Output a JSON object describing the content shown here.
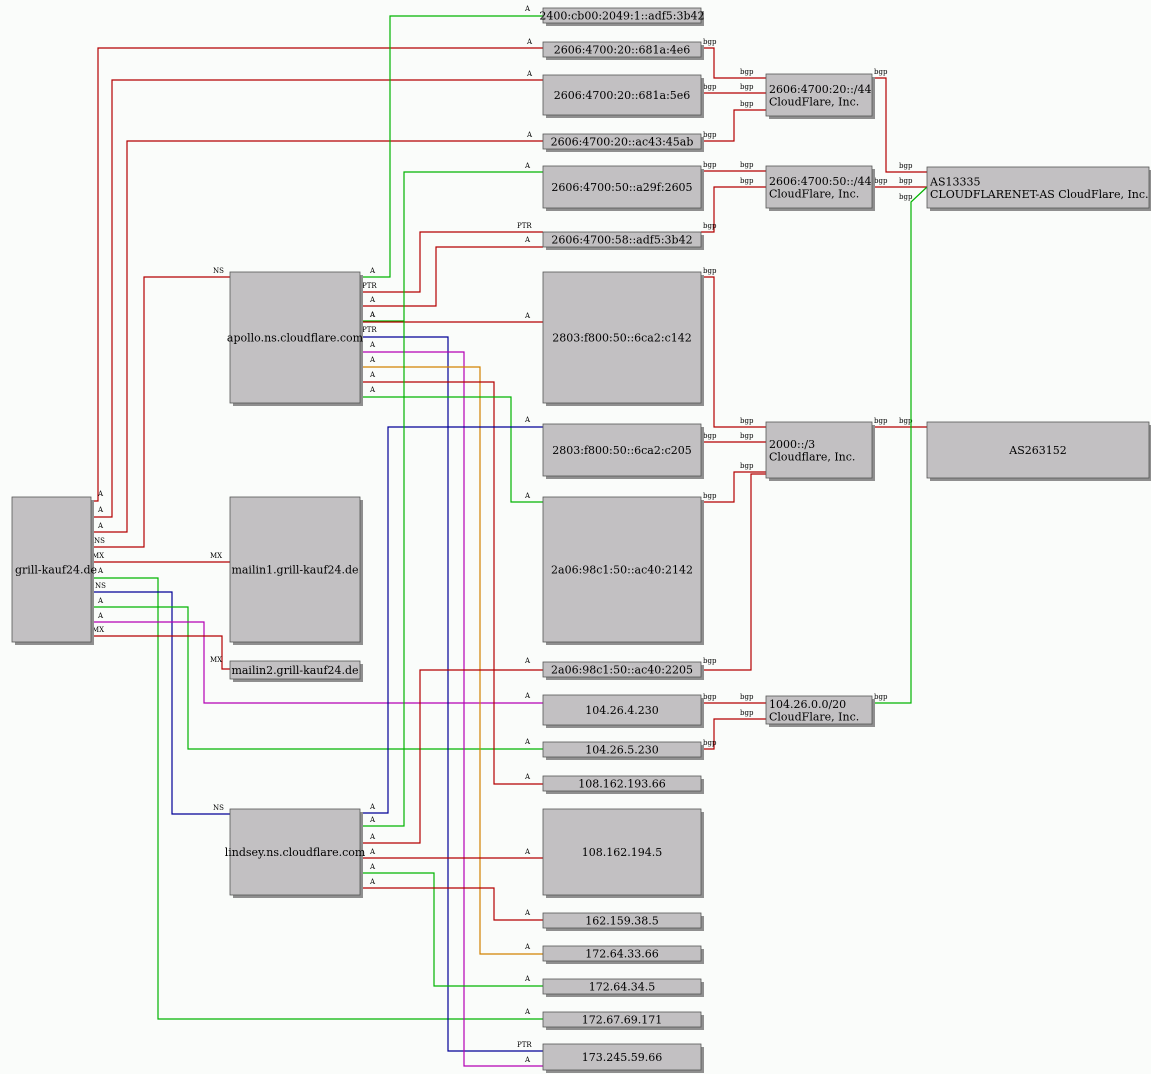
{
  "colors": {
    "red": "#b40000",
    "green": "#00b400",
    "blue": "#000096",
    "magenta": "#b400b4",
    "orange": "#d28200"
  },
  "nodes": [
    {
      "id": "grill",
      "lines": [
        "grill-kauf24.de"
      ]
    },
    {
      "id": "apollo",
      "lines": [
        "apollo.ns.cloudflare.com"
      ]
    },
    {
      "id": "mailin1",
      "lines": [
        "mailin1.grill-kauf24.de"
      ]
    },
    {
      "id": "mailin2",
      "lines": [
        "mailin2.grill-kauf24.de"
      ]
    },
    {
      "id": "lindsey",
      "lines": [
        "lindsey.ns.cloudflare.com"
      ]
    },
    {
      "id": "ip2400",
      "lines": [
        "2400:cb00:2049:1::adf5:3b42"
      ]
    },
    {
      "id": "ip4e6",
      "lines": [
        "2606:4700:20::681a:4e6"
      ]
    },
    {
      "id": "ip5e6",
      "lines": [
        "2606:4700:20::681a:5e6"
      ]
    },
    {
      "id": "ip45ab",
      "lines": [
        "2606:4700:20::ac43:45ab"
      ]
    },
    {
      "id": "ipa29f",
      "lines": [
        "2606:4700:50::a29f:2605"
      ]
    },
    {
      "id": "ip58",
      "lines": [
        "2606:4700:58::adf5:3b42"
      ]
    },
    {
      "id": "ipc142",
      "lines": [
        "2803:f800:50::6ca2:c142"
      ]
    },
    {
      "id": "ipc205",
      "lines": [
        "2803:f800:50::6ca2:c205"
      ]
    },
    {
      "id": "ip2142",
      "lines": [
        "2a06:98c1:50::ac40:2142"
      ]
    },
    {
      "id": "ip2205",
      "lines": [
        "2a06:98c1:50::ac40:2205"
      ]
    },
    {
      "id": "ip104_4",
      "lines": [
        "104.26.4.230"
      ]
    },
    {
      "id": "ip104_5",
      "lines": [
        "104.26.5.230"
      ]
    },
    {
      "id": "ip108_66",
      "lines": [
        "108.162.193.66"
      ]
    },
    {
      "id": "ip108_5",
      "lines": [
        "108.162.194.5"
      ]
    },
    {
      "id": "ip162",
      "lines": [
        "162.159.38.5"
      ]
    },
    {
      "id": "ip172_66",
      "lines": [
        "172.64.33.66"
      ]
    },
    {
      "id": "ip172_5",
      "lines": [
        "172.64.34.5"
      ]
    },
    {
      "id": "ip172_171",
      "lines": [
        "172.67.69.171"
      ]
    },
    {
      "id": "ip173",
      "lines": [
        "173.245.59.66"
      ]
    },
    {
      "id": "net20",
      "lines": [
        "2606:4700:20::/44",
        "CloudFlare, Inc."
      ]
    },
    {
      "id": "net50",
      "lines": [
        "2606:4700:50::/44",
        "CloudFlare, Inc."
      ]
    },
    {
      "id": "net2000",
      "lines": [
        "2000::/3",
        "Cloudflare, Inc."
      ]
    },
    {
      "id": "net104",
      "lines": [
        "104.26.0.0/20",
        "CloudFlare, Inc."
      ]
    },
    {
      "id": "as13335",
      "lines": [
        "AS13335",
        "CLOUDFLARENET-AS CloudFlare, Inc."
      ]
    },
    {
      "id": "as263152",
      "lines": [
        "AS263152"
      ]
    }
  ],
  "edges": [
    {
      "from": "grill",
      "to": "ip4e6",
      "label": "A",
      "to_label": "A",
      "color": "red"
    },
    {
      "from": "grill",
      "to": "ip5e6",
      "label": "A",
      "to_label": "A",
      "color": "red"
    },
    {
      "from": "grill",
      "to": "ip45ab",
      "label": "A",
      "to_label": "A",
      "color": "red"
    },
    {
      "from": "grill",
      "to": "apollo",
      "label": "NS",
      "to_label": "NS",
      "color": "red"
    },
    {
      "from": "grill",
      "to": "mailin1",
      "label": "MX",
      "to_label": "MX",
      "color": "red"
    },
    {
      "from": "grill",
      "to": "ip172_171",
      "label": "A",
      "to_label": "A",
      "color": "green"
    },
    {
      "from": "grill",
      "to": "lindsey",
      "label": "NS",
      "to_label": "NS",
      "color": "blue"
    },
    {
      "from": "grill",
      "to": "ip104_5",
      "label": "A",
      "to_label": "A",
      "color": "green"
    },
    {
      "from": "grill",
      "to": "ip104_4",
      "label": "A",
      "to_label": "A",
      "color": "magenta"
    },
    {
      "from": "grill",
      "to": "mailin2",
      "label": "MX",
      "to_label": "MX",
      "color": "red"
    },
    {
      "from": "apollo",
      "to": "ip2400",
      "label": "A",
      "to_label": "A",
      "color": "green"
    },
    {
      "from": "apollo",
      "to": "ip58",
      "label": "PTR",
      "to_label": "PTR",
      "color": "red"
    },
    {
      "from": "apollo",
      "to": "ip58",
      "label": "A",
      "to_label": "A",
      "color": "red"
    },
    {
      "from": "apollo",
      "to": "ipa29f",
      "label": "A",
      "to_label": "A",
      "color": "green"
    },
    {
      "from": "apollo",
      "to": "ipc142",
      "label": "A",
      "to_label": "A",
      "color": "red"
    },
    {
      "from": "apollo",
      "to": "ip173",
      "label": "PTR",
      "to_label": "PTR",
      "color": "blue"
    },
    {
      "from": "apollo",
      "to": "ip173",
      "label": "A",
      "to_label": "A",
      "color": "magenta"
    },
    {
      "from": "apollo",
      "to": "ip172_66",
      "label": "A",
      "to_label": "A",
      "color": "orange"
    },
    {
      "from": "apollo",
      "to": "ip108_66",
      "label": "A",
      "to_label": "A",
      "color": "red"
    },
    {
      "from": "apollo",
      "to": "ip2142",
      "label": "A",
      "to_label": "A",
      "color": "green"
    },
    {
      "from": "lindsey",
      "to": "ipc205",
      "label": "A",
      "to_label": "A",
      "color": "blue"
    },
    {
      "from": "lindsey",
      "to": "ipa29f",
      "label": "A",
      "to_label": "",
      "color": "green"
    },
    {
      "from": "lindsey",
      "to": "ip2205",
      "label": "A",
      "to_label": "A",
      "color": "red"
    },
    {
      "from": "lindsey",
      "to": "ip108_5",
      "label": "A",
      "to_label": "A",
      "color": "red"
    },
    {
      "from": "lindsey",
      "to": "ip172_5",
      "label": "A",
      "to_label": "A",
      "color": "green"
    },
    {
      "from": "lindsey",
      "to": "ip162",
      "label": "A",
      "to_label": "A",
      "color": "red"
    },
    {
      "from": "ip4e6",
      "to": "net20",
      "label": "bgp",
      "to_label": "bgp",
      "color": "red"
    },
    {
      "from": "ip5e6",
      "to": "net20",
      "label": "bgp",
      "to_label": "bgp",
      "color": "red"
    },
    {
      "from": "ip45ab",
      "to": "net20",
      "label": "bgp",
      "to_label": "bgp",
      "color": "red"
    },
    {
      "from": "ipa29f",
      "to": "net50",
      "label": "bgp",
      "to_label": "bgp",
      "color": "red"
    },
    {
      "from": "ip58",
      "to": "net50",
      "label": "bgp",
      "to_label": "bgp",
      "color": "red"
    },
    {
      "from": "net20",
      "to": "as13335",
      "label": "bgp",
      "to_label": "bgp",
      "color": "red"
    },
    {
      "from": "net50",
      "to": "as13335",
      "label": "bgp",
      "to_label": "bgp",
      "color": "red"
    },
    {
      "from": "ipc142",
      "to": "net2000",
      "label": "bgp",
      "to_label": "bgp",
      "color": "red"
    },
    {
      "from": "ipc205",
      "to": "net2000",
      "label": "bgp",
      "to_label": "bgp",
      "color": "red"
    },
    {
      "from": "ip2142",
      "to": "net2000",
      "label": "bgp",
      "to_label": "bgp",
      "color": "red"
    },
    {
      "from": "ip2205",
      "to": "net2000",
      "label": "bgp",
      "to_label": "",
      "color": "red"
    },
    {
      "from": "net2000",
      "to": "as263152",
      "label": "bgp",
      "to_label": "bgp",
      "color": "red"
    },
    {
      "from": "ip104_4",
      "to": "net104",
      "label": "bgp",
      "to_label": "bgp",
      "color": "red"
    },
    {
      "from": "ip104_5",
      "to": "net104",
      "label": "bgp",
      "to_label": "bgp",
      "color": "red"
    },
    {
      "from": "net104",
      "to": "as13335",
      "label": "bgp",
      "to_label": "bgp",
      "color": "green"
    }
  ]
}
